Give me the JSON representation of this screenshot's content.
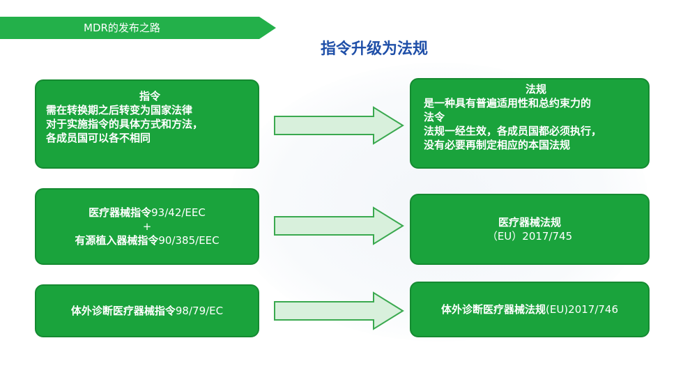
{
  "banner": {
    "label": "MDR的发布之路"
  },
  "title": "指令升级为法规",
  "rows": [
    {
      "left": {
        "heading": "指令",
        "lines": [
          "需在转换期之后转变为国家法律",
          "对于实施指令的具体方式和方法，",
          "各成员国可以各不相同"
        ]
      },
      "right": {
        "heading": "法规",
        "lines": [
          "是一种具有普遍适用性和总约束力的",
          "法令",
          "法规一经生效，各成员国都必须执行，",
          "没有必要再制定相应的本国法规"
        ]
      }
    },
    {
      "left": {
        "a_bold": "医疗器械指令",
        "a_code": "93/42/EEC",
        "plus": "+",
        "b_bold": "有源植入器械指令",
        "b_code": "90/385/EEC"
      },
      "right": {
        "a_bold": "医疗器械法规",
        "b_code": "（EU）2017/745"
      }
    },
    {
      "left": {
        "a_bold": "体外诊断医疗器械指令",
        "a_code": "98/79/EC"
      },
      "right": {
        "a_bold": "体外诊断医疗器械法规",
        "a_code": "(EU)2017/746"
      }
    }
  ],
  "colors": {
    "banner": "#23b04a",
    "box": "#1aa33c",
    "title": "#1f4fa8",
    "arrow_fill": "#d8f0dc",
    "arrow_stroke": "#3aa94f"
  }
}
